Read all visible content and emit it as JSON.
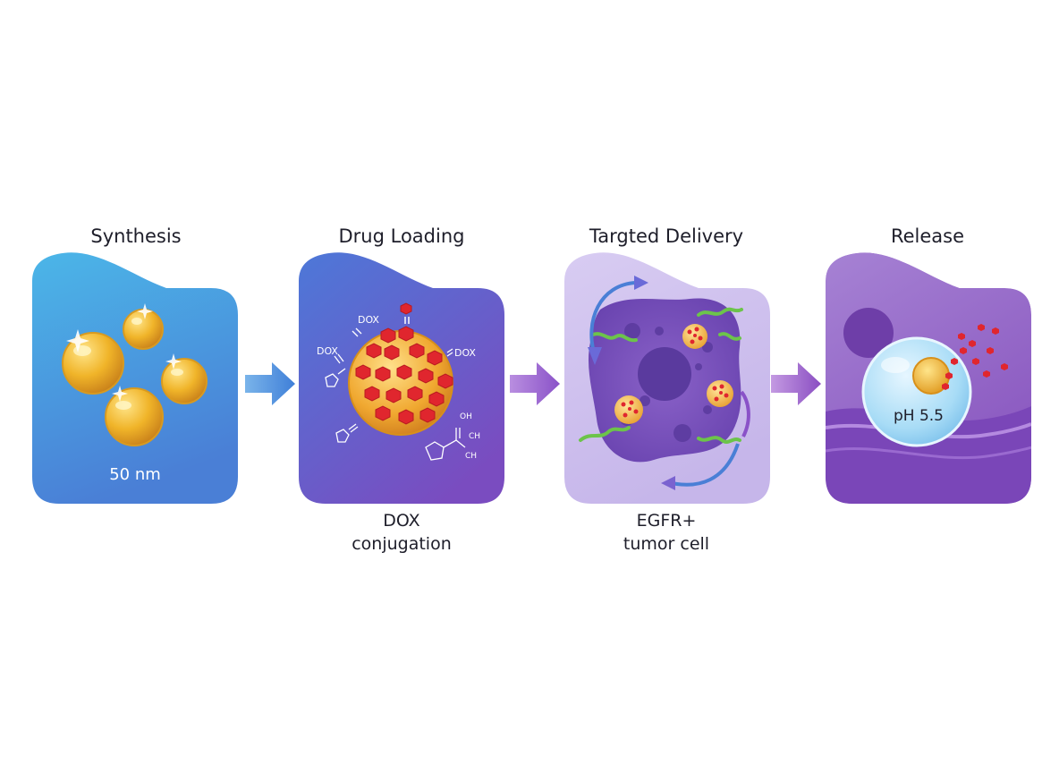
{
  "steps": [
    {
      "title": "Synthesis",
      "inner_label": "50 nm",
      "caption_1": "",
      "caption_2": ""
    },
    {
      "title": "Drug Loading",
      "inner_label": "",
      "caption_1": "DOX",
      "caption_2": "conjugation"
    },
    {
      "title": "Targted Delivery",
      "inner_label": "",
      "caption_1": "EGFR+",
      "caption_2": "tumor cell"
    },
    {
      "title": "Release",
      "inner_label": "pH 5.5",
      "caption_1": "",
      "caption_2": ""
    }
  ],
  "drug_labels": [
    "DOX",
    "DOX",
    "DOX"
  ],
  "chem_labels": [
    "OH",
    "CH",
    "CH"
  ],
  "colors": {
    "panel1_top": "#4bb6e8",
    "panel1_bottom": "#4a7fd6",
    "panel2_top": "#4d78d8",
    "panel2_bottom": "#7a4cc0",
    "panel3_bg": "#cfc2ec",
    "panel4_bg": "#9a6cc8",
    "gold": "#f0b429",
    "drug_red": "#e0262e",
    "ligand_green": "#6cc44a"
  }
}
